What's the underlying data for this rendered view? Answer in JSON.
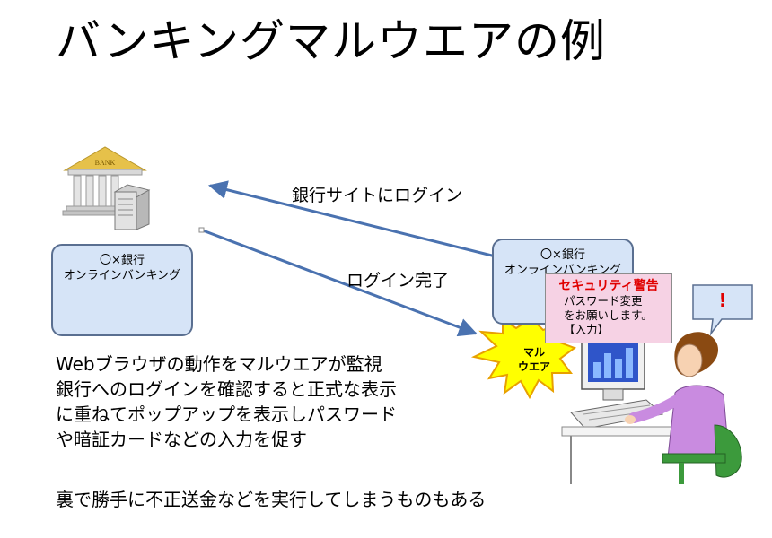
{
  "title": "バンキングマルウエアの例",
  "bank": {
    "sign": "BANK",
    "box_lines": [
      "〇×銀行",
      "オンラインバンキング"
    ]
  },
  "arrows": {
    "login_label": "銀行サイトにログイン",
    "complete_label": "ログイン完了"
  },
  "user_screen": {
    "box_lines": [
      "〇×銀行",
      "オンラインバンキング"
    ]
  },
  "popup": {
    "warning": "セキュリティ警告",
    "lines": [
      "パスワード変更",
      "をお願いします。",
      "【入力】"
    ]
  },
  "malware_burst": {
    "lines": [
      "マル",
      "ウエア"
    ]
  },
  "callout": {
    "mark": "!"
  },
  "description": [
    "Webブラウザの動作をマルウエアが監視",
    "銀行へのログインを確認すると正式な表示",
    "に重ねてポップアップを表示しパスワード",
    "や暗証カードなどの入力を促す"
  ],
  "note": "裏で勝手に不正送金などを実行してしまうものもある",
  "colors": {
    "box_fill": "#d6e4f7",
    "box_border": "#5a6f91",
    "arrow": "#4a72b0",
    "popup_fill": "#f6d2e4",
    "warning_red": "#e00000",
    "burst_fill": "#ffff00",
    "burst_edge": "#e8a000",
    "person_shirt": "#c98be0",
    "chair_green": "#3c9a3c"
  }
}
